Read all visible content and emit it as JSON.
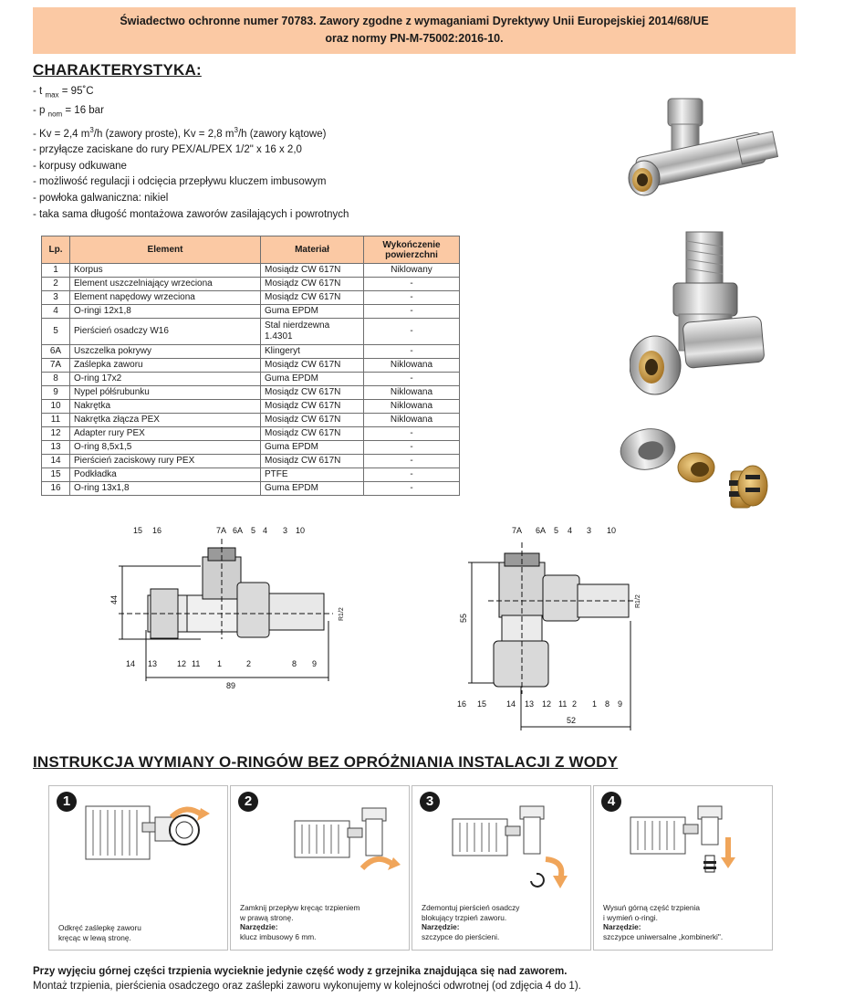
{
  "banner": {
    "line1": "Świadectwo ochronne numer 70783. Zawory zgodne z wymaganiami Dyrektywy Unii Europejskiej 2014/68/UE",
    "line2": "oraz normy PN-M-75002:2016-10."
  },
  "characteristics": {
    "title": "CHARAKTERYSTYKA:",
    "tmax": {
      "prefix": "- t",
      "sub": "max",
      "value": " = 95˚C"
    },
    "pnom": {
      "prefix": "- p",
      "sub": "nom",
      "value": " = 16 bar"
    },
    "kv": {
      "a": "- Kv = 2,4 m",
      "b": "/h (zawory proste),  Kv = 2,8 m",
      "c": "/h (zawory kątowe)",
      "sup": "3"
    },
    "items": [
      "- przyłącze zaciskane do rury PEX/AL/PEX 1/2\" x 16 x 2,0",
      "- korpusy odkuwane",
      "- możliwość regulacji i odcięcia przepływu kluczem imbusowym",
      "- powłoka galwaniczna: nikiel",
      "- taka sama długość montażowa zaworów zasilających i powrotnych"
    ]
  },
  "parts_table": {
    "headers": {
      "lp": "Lp.",
      "element": "Element",
      "material": "Materiał",
      "finish": "Wykończenie powierzchni"
    },
    "rows": [
      {
        "lp": "1",
        "element": "Korpus",
        "material": "Mosiądz CW 617N",
        "finish": "Niklowany"
      },
      {
        "lp": "2",
        "element": "Element uszczelniający wrzeciona",
        "material": "Mosiądz CW 617N",
        "finish": "-"
      },
      {
        "lp": "3",
        "element": "Element napędowy wrzeciona",
        "material": "Mosiądz CW 617N",
        "finish": "-"
      },
      {
        "lp": "4",
        "element": "O-ringi 12x1,8",
        "material": "Guma EPDM",
        "finish": "-"
      },
      {
        "lp": "5",
        "element": "Pierścień osadczy W16",
        "material": "Stal nierdzewna 1.4301",
        "finish": "-"
      },
      {
        "lp": "6A",
        "element": "Uszczelka pokrywy",
        "material": "Klingeryt",
        "finish": "-"
      },
      {
        "lp": "7A",
        "element": "Zaślepka zaworu",
        "material": "Mosiądz CW 617N",
        "finish": "Niklowana"
      },
      {
        "lp": "8",
        "element": "O-ring 17x2",
        "material": "Guma EPDM",
        "finish": "-"
      },
      {
        "lp": "9",
        "element": "Nypel półśrubunku",
        "material": "Mosiądz CW 617N",
        "finish": "Niklowana"
      },
      {
        "lp": "10",
        "element": "Nakrętka",
        "material": "Mosiądz CW 617N",
        "finish": "Niklowana"
      },
      {
        "lp": "11",
        "element": "Nakrętka złącza PEX",
        "material": "Mosiądz CW 617N",
        "finish": "Niklowana"
      },
      {
        "lp": "12",
        "element": "Adapter rury PEX",
        "material": "Mosiądz CW 617N",
        "finish": "-"
      },
      {
        "lp": "13",
        "element": "O-ring 8,5x1,5",
        "material": "Guma EPDM",
        "finish": "-"
      },
      {
        "lp": "14",
        "element": "Pierścień zaciskowy rury PEX",
        "material": "Mosiądz CW 617N",
        "finish": "-"
      },
      {
        "lp": "15",
        "element": "Podkładka",
        "material": "PTFE",
        "finish": "-"
      },
      {
        "lp": "16",
        "element": "O-ring 13x1,8",
        "material": "Guma EPDM",
        "finish": "-"
      }
    ]
  },
  "drawings": {
    "straight": {
      "top_labels": [
        "15",
        "16",
        "7A",
        "6A",
        "5",
        "4",
        "3",
        "10"
      ],
      "bottom_labels": [
        "14",
        "13",
        "12",
        "11",
        "1",
        "2",
        "8",
        "9"
      ],
      "dim_height": "44",
      "dim_length": "89",
      "thread": "R1/2"
    },
    "angle": {
      "top_labels": [
        "7A",
        "6A",
        "5",
        "4",
        "3",
        "10"
      ],
      "bottom_labels": [
        "16",
        "15",
        "14",
        "13",
        "12",
        "11",
        "2",
        "1",
        "8",
        "9"
      ],
      "dim_height": "55",
      "dim_length": "52",
      "thread": "R1/2"
    }
  },
  "instructions": {
    "title": "INSTRUKCJA WYMIANY O-RINGÓW BEZ OPRÓŻNIANIA INSTALACJI Z WODY",
    "steps": [
      {
        "num": "1",
        "text1": "Odkręć zaślepkę zaworu",
        "text2": "kręcąc w lewą stronę.",
        "tool_label": "",
        "tool": ""
      },
      {
        "num": "2",
        "text1": "Zamknij przepływ kręcąc trzpieniem",
        "text2": "w prawą stronę.",
        "tool_label": "Narzędzie:",
        "tool": "klucz imbusowy 6 mm."
      },
      {
        "num": "3",
        "text1": "Zdemontuj pierścień osadczy",
        "text2": "blokujący trzpień zaworu.",
        "tool_label": "Narzędzie:",
        "tool": "szczypce do pierścieni."
      },
      {
        "num": "4",
        "text1": "Wysuń górną część trzpienia",
        "text2": "i wymień o-ringi.",
        "tool_label": "Narzędzie:",
        "tool": "szczypce uniwersalne „kombinerki\"."
      }
    ],
    "note_bold": "Przy wyjęciu górnej części trzpienia wycieknie jedynie część wody z grzejnika znajdująca się nad zaworem.",
    "note": "Montaż trzpienia, pierścienia osadczego oraz zaślepki zaworu wykonujemy w kolejności odwrotnej (od zdjęcia 4 do 1)."
  },
  "colors": {
    "banner": "#fbc9a4",
    "table_header": "#fbc9a4",
    "arrow": "#f0a55a"
  }
}
